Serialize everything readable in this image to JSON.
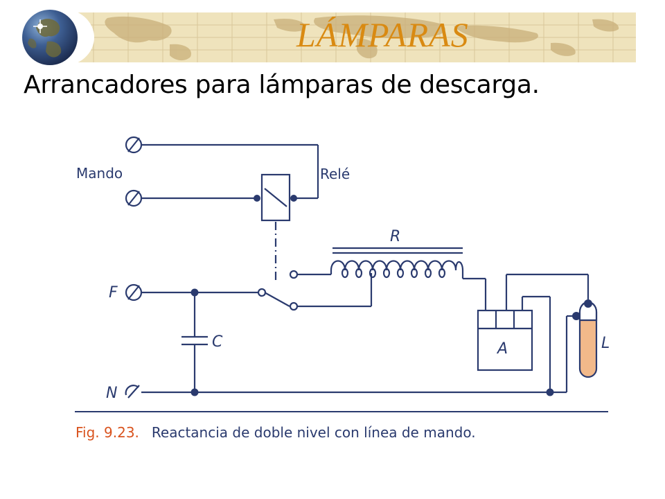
{
  "header": {
    "title": "LÁMPARAS",
    "subtitle": "Arrancadores para lámparas de descarga."
  },
  "diagram": {
    "labels": {
      "mando": "Mando",
      "rele": "Relé",
      "r": "R",
      "f": "F",
      "c": "C",
      "n": "N",
      "a": "A",
      "l": "L"
    },
    "caption_number": "Fig. 9.23.",
    "caption_text": "Reactancia de doble nivel con línea de mando."
  },
  "colors": {
    "title": "#d98a12",
    "banner": "#efe3bc",
    "line": "#2a3a6e",
    "caption_number": "#d9531e",
    "lamp_fill": "#f2b98a"
  }
}
